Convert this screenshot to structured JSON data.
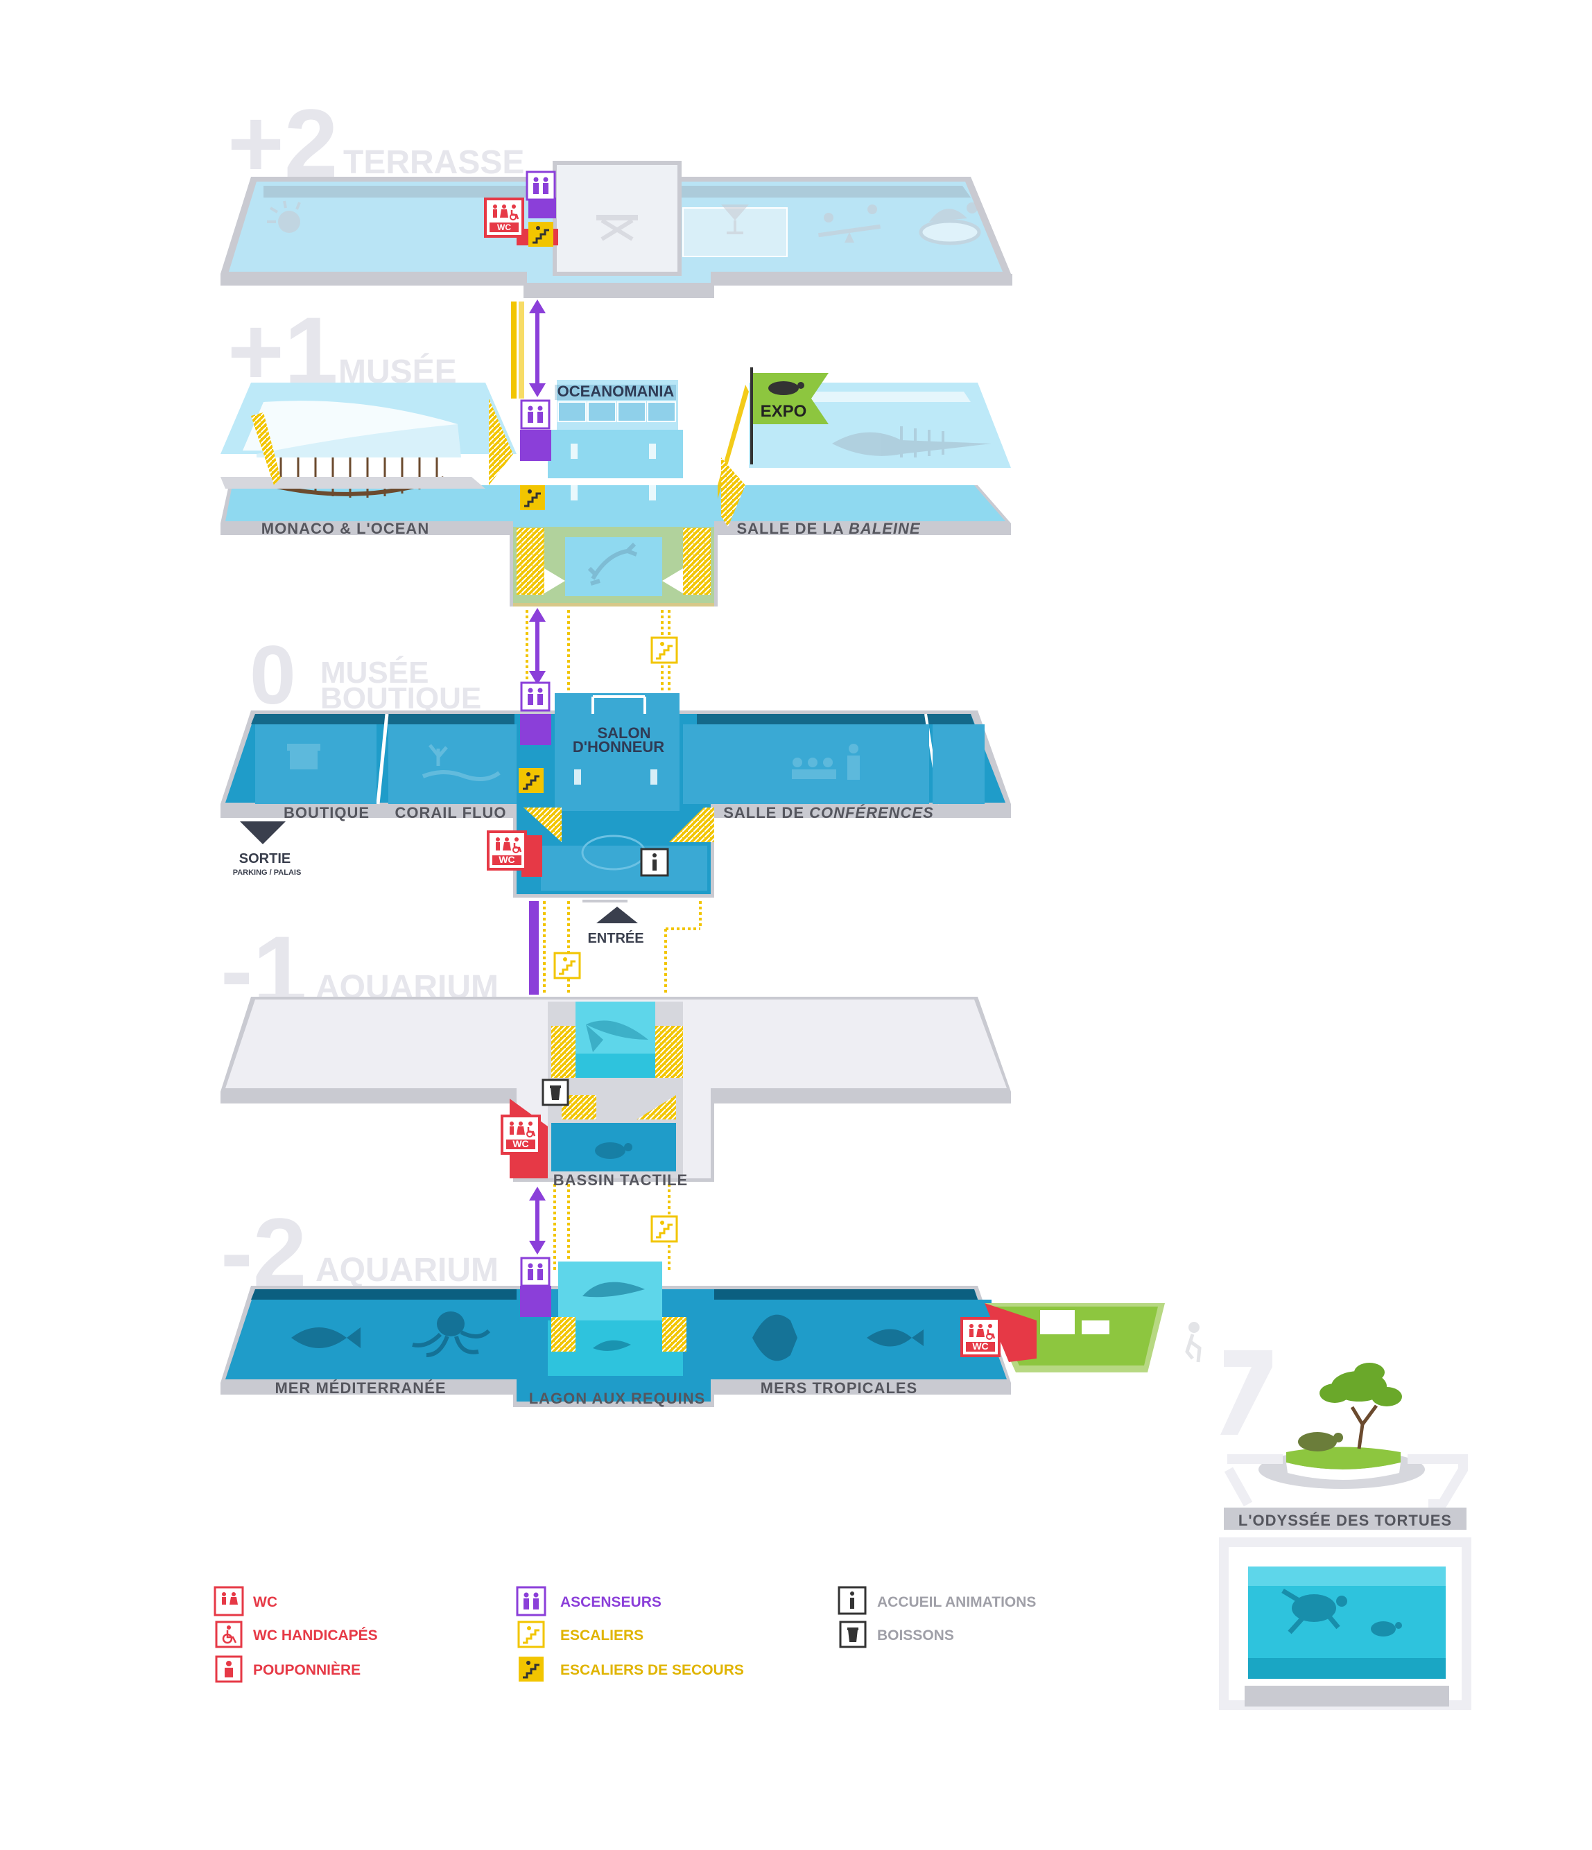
{
  "colors": {
    "wc": "#e63946",
    "elevator": "#8b3fd9",
    "stairs": "#f2c500",
    "water_light": "#8fd9f0",
    "water_dark": "#1f9cc9",
    "grey_floor": "#e8e8ee",
    "green": "#8dc63f"
  },
  "floors": [
    {
      "number": "+2",
      "name": "TERRASSE"
    },
    {
      "number": "+1",
      "name": "MUSÉE"
    },
    {
      "number": "0",
      "name_line1": "MUSÉE",
      "name_line2": "BOUTIQUE"
    },
    {
      "number": "-1",
      "name": "AQUARIUM"
    },
    {
      "number": "-2",
      "name": "AQUARIUM"
    }
  ],
  "zones": {
    "monaco": "MONACO & L'OCEAN",
    "baleine_prefix": "SALLE DE LA ",
    "baleine_italic": "BALEINE",
    "oceanomania": "OCEANOMANIA",
    "expo": "EXPO",
    "boutique": "BOUTIQUE",
    "corail": "CORAIL FLUO",
    "salon_line1": "SALON",
    "salon_line2": "D'HONNEUR",
    "conf_prefix": "SALLE DE ",
    "conf_italic": "CONFÉRENCES",
    "bassin": "BASSIN TACTILE",
    "mer": "MER MÉDITERRANÉE",
    "lagon": "LAGON AUX REQUINS",
    "tropicales": "MERS TROPICALES",
    "odyssee": "L'ODYSSÉE DES TORTUES"
  },
  "doors": {
    "sortie": "SORTIE",
    "sortie_sub": "PARKING / PALAIS",
    "entree": "ENTRÉE"
  },
  "icon_text": {
    "wc": "WC",
    "info": "i"
  },
  "legend": [
    {
      "label": "WC",
      "icon": "wc-icon",
      "color": "#e63946"
    },
    {
      "label": "WC HANDICAPÉS",
      "icon": "wheelchair-icon",
      "color": "#e63946"
    },
    {
      "label": "POUPONNIÈRE",
      "icon": "baby-icon",
      "color": "#e63946"
    },
    {
      "label": "ASCENSEURS",
      "icon": "elevator-icon",
      "color": "#8b3fd9"
    },
    {
      "label": "ESCALIERS",
      "icon": "stairs-icon",
      "color": "#f2c500"
    },
    {
      "label": "ESCALIERS DE SECOURS",
      "icon": "emergency-stairs-icon",
      "color": "#f2c500"
    },
    {
      "label": "ACCUEIL ANIMATIONS",
      "icon": "info-icon",
      "color": "#3a3a3a"
    },
    {
      "label": "BOISSONS",
      "icon": "drink-icon",
      "color": "#3a3a3a"
    }
  ]
}
